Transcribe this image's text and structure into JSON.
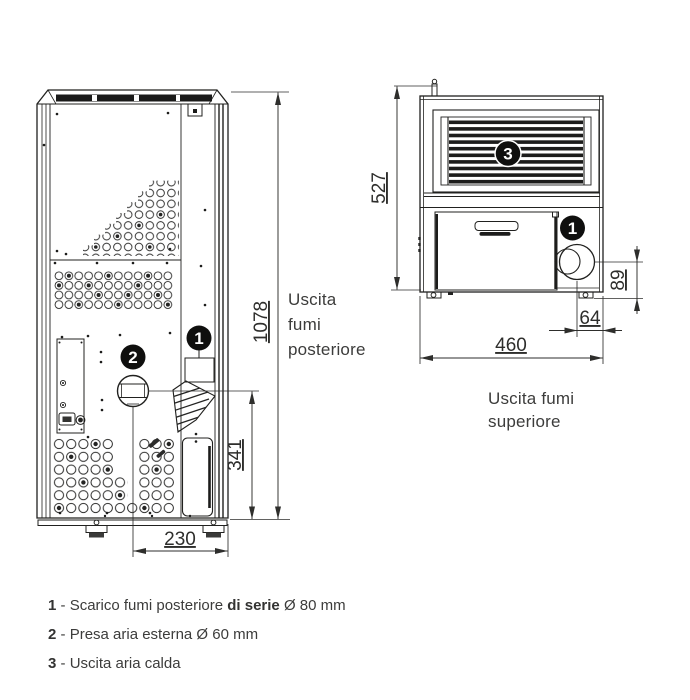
{
  "rear_view": {
    "badge_flue": "1",
    "badge_air": "2",
    "dim_height": "1078",
    "dim_flue_center": "341",
    "dim_flue_offset": "230",
    "caption_line1": "Uscita",
    "caption_line2": "fumi",
    "caption_line3": "posteriore"
  },
  "top_view": {
    "badge_flue": "1",
    "badge_hot_air": "3",
    "dim_depth": "527",
    "dim_flue_height": "89",
    "dim_flue_offset": "64",
    "dim_width": "460",
    "caption_line1": "Uscita fumi",
    "caption_line2": "superiore"
  },
  "legend": {
    "items": [
      {
        "num": "1",
        "dash": " - ",
        "pre": "Scarico fumi posteriore ",
        "bold": "di serie",
        "post": " Ø 80 mm"
      },
      {
        "num": "2",
        "dash": " - ",
        "pre": "Presa aria esterna ",
        "bold": "",
        "post": "Ø 60 mm"
      },
      {
        "num": "3",
        "dash": " - ",
        "pre": "Uscita aria calda",
        "bold": "",
        "post": ""
      }
    ]
  },
  "colors": {
    "line": "#21211f",
    "dimension": "#2e2e2c",
    "text": "#3c3c3b",
    "badge_bg": "#0f0f0e",
    "badge_text": "#ffffff",
    "background": "#ffffff"
  }
}
